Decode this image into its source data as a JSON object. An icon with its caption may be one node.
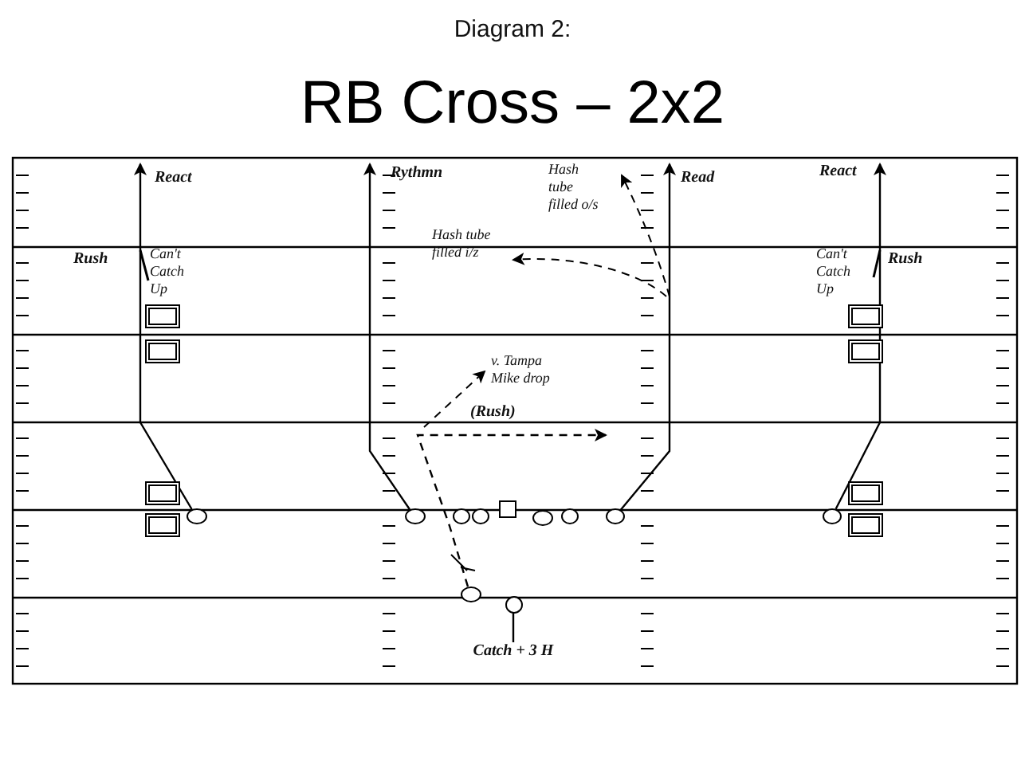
{
  "diagram": {
    "title": "RB Cross – 2x2",
    "nodes": [
      {
        "text": [],
        "shape": "circle"
      },
      {
        "text": [],
        "shape": "circle"
      },
      {
        "text": [],
        "shape": "circle"
      },
      {
        "text": [],
        "shape": "circle"
      },
      {
        "text": [],
        "shape": "box"
      },
      {
        "text": [],
        "shape": "circle"
      },
      {
        "text": [],
        "shape": "circle"
      },
      {
        "text": [],
        "shape": "circle"
      },
      {
        "text": [],
        "shape": "circle"
      },
      {
        "text": [],
        "shape": "circle"
      },
      {
        "text": [],
        "shape": "circle"
      },
      {
        "text": [
          "Catch + 3 H"
        ]
      },
      {
        "text": [],
        "shape": "box"
      },
      {
        "text": [],
        "shape": "box"
      },
      {
        "text": [],
        "shape": "box"
      },
      {
        "text": [],
        "shape": "box"
      },
      {
        "text": [],
        "shape": "box"
      },
      {
        "text": [],
        "shape": "box"
      },
      {
        "text": [],
        "shape": "box"
      },
      {
        "text": [],
        "shape": "box"
      }
    ],
    "edges": [
      {
        "from": 0,
        "to": null,
        "arrow": "to",
        "label": "React"
      },
      {
        "from": 1,
        "to": null,
        "arrow": "to",
        "label": "Rythmn"
      },
      {
        "from": 7,
        "to": null,
        "arrow": "to",
        "label": "Read"
      },
      {
        "from": 8,
        "to": null,
        "arrow": "to",
        "label": "React"
      },
      {
        "from": 9,
        "to": null,
        "arrow": "to",
        "style": "dashed"
      },
      {
        "from": 10,
        "to": 11,
        "arrow": "none"
      }
    ],
    "labels": [
      "Diagram 2:",
      "Hash tube filled o/s",
      "Rush",
      "Can't Catch Up",
      "Hash tube filled i/z",
      "Can't Catch Up",
      "Rush",
      "v. Tampa Mike drop",
      "(Rush)"
    ]
  }
}
